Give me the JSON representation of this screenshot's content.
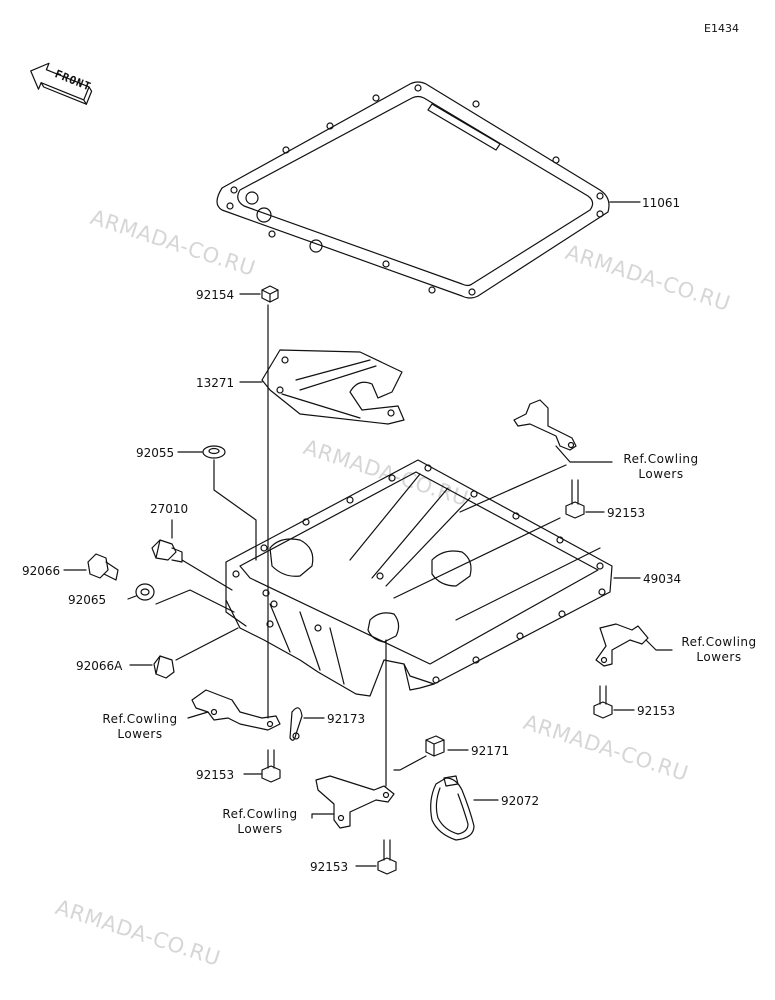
{
  "diagram_code": "E1434",
  "front_badge": "FRONT",
  "watermark": "ARMADA-CO.RU",
  "ref_cowling": {
    "line1": "Ref.Cowling",
    "line2": "Lowers"
  },
  "parts": {
    "p11061": "11061",
    "p92154": "92154",
    "p13271": "13271",
    "p92055": "92055",
    "p27010": "27010",
    "p92066": "92066",
    "p92065": "92065",
    "p92066A": "92066A",
    "p49034": "49034",
    "p92153_a": "92153",
    "p92153_b": "92153",
    "p92153_c": "92153",
    "p92153_d": "92153",
    "p92173": "92173",
    "p92171": "92171",
    "p92072": "92072"
  }
}
